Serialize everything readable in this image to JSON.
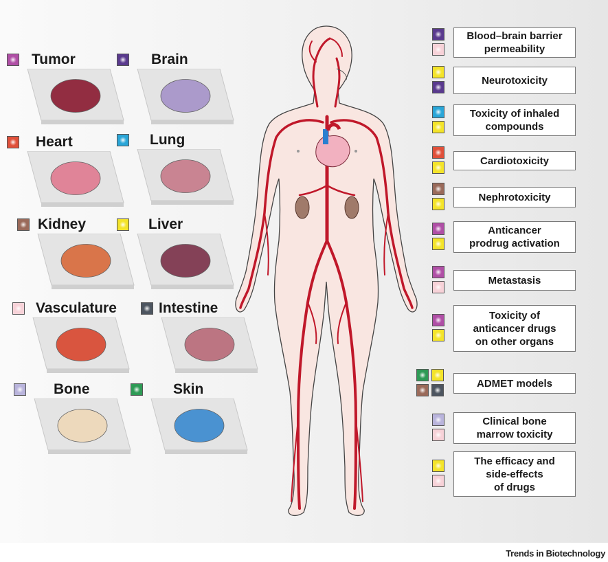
{
  "organs": [
    {
      "label": "Tumor",
      "color": "#b04fa6",
      "icon": "tumor-icon"
    },
    {
      "label": "Brain",
      "color": "#5a3a8e",
      "icon": "brain-icon"
    },
    {
      "label": "Heart",
      "color": "#e0503a",
      "icon": "heart-icon"
    },
    {
      "label": "Lung",
      "color": "#2aa6d8",
      "icon": "lung-icon"
    },
    {
      "label": "Kidney",
      "color": "#9a6a5a",
      "icon": "kidney-icon"
    },
    {
      "label": "Liver",
      "color": "#f4e42a",
      "icon": "liver-icon"
    },
    {
      "label": "Vasculature",
      "color": "#f7d2d8",
      "icon": "vasculature-icon"
    },
    {
      "label": "Intestine",
      "color": "#4d5560",
      "icon": "intestine-icon"
    },
    {
      "label": "Bone",
      "color": "#b9b4dc",
      "icon": "bone-icon"
    },
    {
      "label": "Skin",
      "color": "#2e9a55",
      "icon": "skin-icon"
    }
  ],
  "applications": [
    {
      "text": "Blood–brain barrier\npermeability",
      "swatches": [
        "#5a3a8e",
        "#f7d2d8"
      ]
    },
    {
      "text": "Neurotoxicity",
      "swatches": [
        "#f4e42a",
        "#5a3a8e"
      ]
    },
    {
      "text": "Toxicity of inhaled\ncompounds",
      "swatches": [
        "#2aa6d8",
        "#f4e42a"
      ]
    },
    {
      "text": "Cardiotoxicity",
      "swatches": [
        "#e0503a",
        "#f4e42a"
      ]
    },
    {
      "text": "Nephrotoxicity",
      "swatches": [
        "#9a6a5a",
        "#f4e42a"
      ]
    },
    {
      "text": "Anticancer\nprodrug activation",
      "swatches": [
        "#b04fa6",
        "#f4e42a"
      ]
    },
    {
      "text": "Metastasis",
      "swatches": [
        "#b04fa6",
        "#f7d2d8"
      ]
    },
    {
      "text": "Toxicity of\nanticancer drugs\non other organs",
      "swatches": [
        "#b04fa6",
        "#f4e42a"
      ]
    },
    {
      "text": "ADMET models",
      "swatches": [
        "#2e9a55",
        "#f4e42a",
        "#9a6a5a",
        "#4d5560"
      ]
    },
    {
      "text": "Clinical bone\nmarrow toxicity",
      "swatches": [
        "#b9b4dc",
        "#f7d2d8"
      ]
    },
    {
      "text": "The efficacy and\nside-effects\nof drugs",
      "swatches": [
        "#f4e42a",
        "#f7d2d8"
      ]
    }
  ],
  "credit": "Trends in Biotechnology"
}
